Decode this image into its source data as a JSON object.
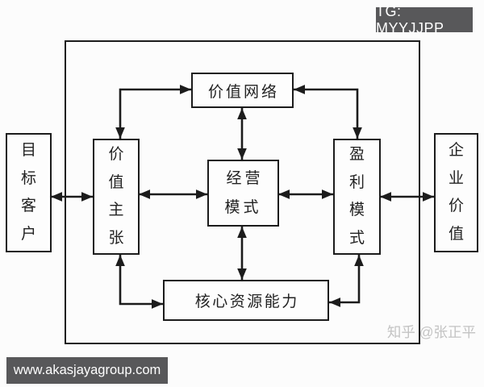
{
  "banners": {
    "tg": "TG: MYYJJPP",
    "url": "www.akasjayagroup.com"
  },
  "diagram": {
    "title_hint": "business-model relationship diagram",
    "nodes": {
      "value_network": "价值网络",
      "target_customer": "目\n标\n客\n户",
      "value_proposition": "价\n值\n主\n张",
      "business_model": "经营\n模式",
      "profit_model": "盈\n利\n模\n式",
      "enterprise_value": "企\n业\n价\n值",
      "core_resources": "核心资源能力"
    },
    "connections": [
      "目标客户 <-> 价值主张",
      "价值主张 <-> 经营模式",
      "经营模式 <-> 盈利模式",
      "盈利模式 <-> 企业价值",
      "价值网络 <-> 经营模式",
      "经营模式 <-> 核心资源能力",
      "价值主张 <-> 价值网络",
      "价值网络 <-> 盈利模式",
      "价值主张 <-> 核心资源能力",
      "核心资源能力 <-> 盈利模式"
    ]
  },
  "watermark": {
    "text": "知乎 @张正平"
  },
  "colors": {
    "banner_bg": "#58585a",
    "line": "#1c1c1c",
    "watermark": "#c3c3c3",
    "page_bg": "#fcfcfc"
  }
}
